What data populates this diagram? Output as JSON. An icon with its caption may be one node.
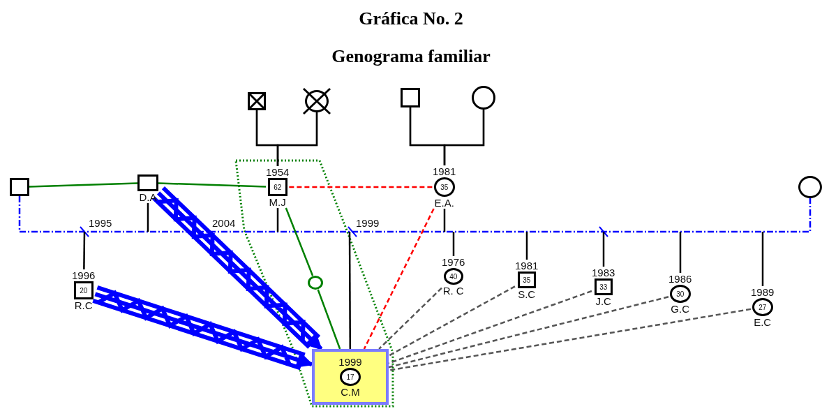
{
  "diagram": {
    "title": "Gráfica No. 2",
    "nodes": [
      {
        "text": [],
        "shape": "box"
      },
      {
        "text": [],
        "shape": "circle"
      },
      {
        "text": [],
        "shape": "box"
      },
      {
        "text": [],
        "shape": "circle"
      },
      {
        "text": [],
        "shape": "box"
      },
      {
        "text": [
          "D.A"
        ]
      },
      {
        "text": [
          "1954",
          "62",
          "M.J"
        ]
      },
      {
        "text": [
          "1981",
          "35",
          "E.A."
        ]
      },
      {
        "text": [],
        "shape": "circle"
      },
      {
        "text": [
          "1996",
          "20",
          "R.C"
        ]
      },
      {
        "text": [
          "1976",
          "40",
          "R. C"
        ]
      },
      {
        "text": [
          "1981",
          "35",
          "S.C"
        ]
      },
      {
        "text": [
          "1983",
          "33",
          "J.C"
        ]
      },
      {
        "text": [
          "1986",
          "30",
          "G.C"
        ]
      },
      {
        "text": [
          "1989",
          "27",
          "E.C"
        ]
      },
      {
        "text": [],
        "shape": "circle"
      },
      {
        "text": [
          "1999",
          "17",
          "C.M"
        ]
      }
    ],
    "edges": [
      {
        "from": 0,
        "to": 1,
        "arrow": "none",
        "color": "#808080"
      },
      {
        "from": 0,
        "to": 6,
        "arrow": "none"
      },
      {
        "from": 1,
        "to": 6,
        "arrow": "none"
      },
      {
        "from": 2,
        "to": 3,
        "arrow": "none",
        "color": "#808080"
      },
      {
        "from": 2,
        "to": 7,
        "arrow": "none"
      },
      {
        "from": 3,
        "to": 7,
        "arrow": "none"
      },
      {
        "from": 4,
        "to": 5,
        "arrow": "none",
        "color": "#008000"
      },
      {
        "from": 5,
        "to": 6,
        "arrow": "none",
        "color": "#008000"
      },
      {
        "from": 6,
        "to": 7,
        "arrow": "none",
        "style": "dashed",
        "color": "#ff0000"
      },
      {
        "from": 4,
        "to": 8,
        "arrow": "none",
        "style": "dashed",
        "color": "#0000ff"
      },
      {
        "from": 5,
        "to": null,
        "arrow": "none"
      },
      {
        "from": 6,
        "to": null,
        "arrow": "none"
      },
      {
        "from": 7,
        "to": null,
        "arrow": "none"
      },
      {
        "from": null,
        "to": 9,
        "arrow": "none"
      },
      {
        "from": null,
        "to": 10,
        "arrow": "none"
      },
      {
        "from": null,
        "to": 11,
        "arrow": "none"
      },
      {
        "from": null,
        "to": 12,
        "arrow": "none"
      },
      {
        "from": null,
        "to": 13,
        "arrow": "none"
      },
      {
        "from": null,
        "to": 14,
        "arrow": "none"
      },
      {
        "from": null,
        "to": 16,
        "arrow": "none"
      },
      {
        "from": 5,
        "to": 16,
        "arrow": "to",
        "style": "thick",
        "color": "#0000ff"
      },
      {
        "from": 9,
        "to": 16,
        "arrow": "to",
        "style": "thick",
        "color": "#0000ff"
      },
      {
        "from": 6,
        "to": 15,
        "arrow": "none",
        "color": "#008000"
      },
      {
        "from": 15,
        "to": 16,
        "arrow": "none",
        "color": "#008000"
      },
      {
        "from": 7,
        "to": 16,
        "arrow": "none",
        "style": "dashed",
        "color": "#ff0000"
      },
      {
        "from": 10,
        "to": 16,
        "arrow": "none",
        "style": "dashed",
        "color": "#555555"
      },
      {
        "from": 11,
        "to": 16,
        "arrow": "none",
        "style": "dashed",
        "color": "#555555"
      },
      {
        "from": 12,
        "to": 16,
        "arrow": "none",
        "style": "dashed",
        "color": "#555555"
      },
      {
        "from": 13,
        "to": 16,
        "arrow": "none",
        "style": "dashed",
        "color": "#555555"
      },
      {
        "from": 14,
        "to": 16,
        "arrow": "none",
        "style": "dashed",
        "color": "#555555"
      }
    ],
    "labels": [
      "Genograma familiar",
      "1995",
      "2004",
      "1999"
    ]
  }
}
